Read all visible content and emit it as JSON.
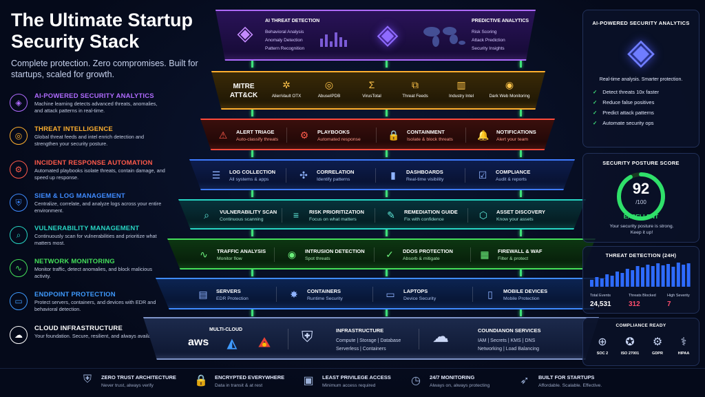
{
  "title": "The Ultimate Startup Security Stack",
  "subtitle": "Complete protection. Zero compromises. Built for startups, scaled for growth.",
  "left_items": [
    {
      "title": "AI-POWERED SECURITY ANALYTICS",
      "desc": "Machine learning detects advanced threats, anomalies, and attack patterns in real-time.",
      "color": "#b06bff",
      "icon": "brain-icon"
    },
    {
      "title": "THREAT INTELLIGENCE",
      "desc": "Global threat feeds and intel enrich detection and strengthen your security posture.",
      "color": "#ffb02e",
      "icon": "target-icon"
    },
    {
      "title": "INCIDENT RESPONSE AUTOMATION",
      "desc": "Automated playbooks isolate threats, contain damage, and speed up response.",
      "color": "#ff5a4a",
      "icon": "gear-icon"
    },
    {
      "title": "SIEM & LOG MANAGEMENT",
      "desc": "Centralize, correlate, and analyze logs across your entire environment.",
      "color": "#3f8bff",
      "icon": "shield-icon"
    },
    {
      "title": "VULNERABILITY MANAGEMENT",
      "desc": "Continuously scan for vulnerabilities and prioritize what matters most.",
      "color": "#27d6c4",
      "icon": "magnifier-icon"
    },
    {
      "title": "NETWORK MONITORING",
      "desc": "Monitor traffic, detect anomalies, and block malicious activity.",
      "color": "#45e05a",
      "icon": "pulse-icon"
    },
    {
      "title": "ENDPOINT PROTECTION",
      "desc": "Protect servers, containers, and devices with EDR and behavioral detection.",
      "color": "#3f9bff",
      "icon": "laptop-icon"
    },
    {
      "title": "CLOUD INFRASTRUCTURE",
      "desc": "Your foundation. Secure, resilient, and always available.",
      "color": "#ffffff",
      "icon": "cloud-icon"
    }
  ],
  "layer1": {
    "left": {
      "title": "AI THREAT DETECTION",
      "lines": [
        "Behavioral Analysis",
        "Anomaly Detection",
        "Pattern Recognition"
      ]
    },
    "right": {
      "title": "PREDICTIVE ANALYTICS",
      "lines": [
        "Risk Scoring",
        "Attack Prediction",
        "Security Insights"
      ]
    }
  },
  "layer2": {
    "mitre": "MITRE ATT&CK",
    "items": [
      {
        "label": "AlienVault OTX",
        "icon": "network-icon",
        "glyph": "✲"
      },
      {
        "label": "AbuseIPDB",
        "icon": "crosshair-icon",
        "glyph": "◎"
      },
      {
        "label": "VirusTotal",
        "icon": "sigma-icon",
        "glyph": "Σ"
      },
      {
        "label": "Threat Feeds",
        "icon": "feed-icon",
        "glyph": "⧉"
      },
      {
        "label": "Industry Intel",
        "icon": "building-icon",
        "glyph": "▥"
      },
      {
        "label": "Dark Web Monitoring",
        "icon": "spy-icon",
        "glyph": "◉"
      }
    ]
  },
  "layer3": [
    {
      "title": "ALERT TRIAGE",
      "sub": "Auto-classify threats",
      "icon": "warning-icon",
      "glyph": "⚠"
    },
    {
      "title": "PLAYBOOKS",
      "sub": "Automated response",
      "icon": "playbook-icon",
      "glyph": "⚙"
    },
    {
      "title": "CONTAINMENT",
      "sub": "Isolate & block threats",
      "icon": "lock-icon",
      "glyph": "🔒"
    },
    {
      "title": "NOTIFICATIONS",
      "sub": "Alert your team",
      "icon": "bell-icon",
      "glyph": "🔔"
    }
  ],
  "layer4": [
    {
      "title": "LOG COLLECTION",
      "sub": "All systems & apps",
      "icon": "database-icon",
      "glyph": "☰"
    },
    {
      "title": "CORRELATION",
      "sub": "Identify patterns",
      "icon": "graph-icon",
      "glyph": "✣"
    },
    {
      "title": "DASHBOARDS",
      "sub": "Real-time visibility",
      "icon": "bar-chart-icon",
      "glyph": "▮"
    },
    {
      "title": "COMPLIANCE",
      "sub": "Audit & reports",
      "icon": "clipboard-icon",
      "glyph": "☑"
    }
  ],
  "layer5": [
    {
      "title": "VULNERABILITY SCAN",
      "sub": "Continuous scanning",
      "icon": "scan-icon",
      "glyph": "⌕"
    },
    {
      "title": "RISK PRIORITIZATION",
      "sub": "Focus on what matters",
      "icon": "list-icon",
      "glyph": "≡"
    },
    {
      "title": "REMEDIATION GUIDE",
      "sub": "Fix with confidence",
      "icon": "wrench-icon",
      "glyph": "✎"
    },
    {
      "title": "ASSET DISCOVERY",
      "sub": "Know your assets",
      "icon": "cube-icon",
      "glyph": "⬡"
    }
  ],
  "layer6": [
    {
      "title": "TRAFFIC ANALYSIS",
      "sub": "Monitor flow",
      "icon": "waveform-icon",
      "glyph": "∿"
    },
    {
      "title": "INTRUSION DETECTION",
      "sub": "Spot threats",
      "icon": "spy-icon",
      "glyph": "◉"
    },
    {
      "title": "DDOS PROTECTION",
      "sub": "Absorb & mitigate",
      "icon": "shield-check-icon",
      "glyph": "✓"
    },
    {
      "title": "FIREWALL & WAF",
      "sub": "Filter & protect",
      "icon": "firewall-icon",
      "glyph": "▦"
    }
  ],
  "layer7": [
    {
      "title": "SERVERS",
      "sub": "EDR Protection",
      "icon": "server-icon",
      "glyph": "▤"
    },
    {
      "title": "CONTAINERS",
      "sub": "Runtime Security",
      "icon": "container-icon",
      "glyph": "✸"
    },
    {
      "title": "LAPTOPS",
      "sub": "Device Security",
      "icon": "laptop-icon",
      "glyph": "▭"
    },
    {
      "title": "MOBILE DEVICES",
      "sub": "Mobile Protection",
      "icon": "phone-icon",
      "glyph": "▯"
    }
  ],
  "layer8": {
    "multicloud": "MULTI-CLOUD",
    "aws": "aws",
    "infra_title": "INFRASTRUCTURE",
    "infra_lines": [
      "Compute | Storage | Database",
      "Serverless | Containers"
    ],
    "services_title": "COUNDIANON SERVICES",
    "services_lines": [
      "IAM | Secrets | KMS | DNS",
      "Networking | Load Balancing"
    ]
  },
  "right": {
    "analytics": {
      "title": "AI-POWERED SECURITY ANALYTICS",
      "caption": "Real-time analysis. Smarter protection.",
      "checks": [
        "Detect threats 10x faster",
        "Reduce false positives",
        "Predict attack patterns",
        "Automate security ops"
      ]
    },
    "score": {
      "title": "SECURITY POSTURE SCORE",
      "value": "92",
      "max": "/100",
      "fraction": 0.92,
      "rating": "EXCELLENT",
      "caption": "Your security posture is strong. Keep it up!"
    },
    "threat": {
      "title": "THREAT DETECTION (24H)",
      "stats": [
        {
          "label": "Total Events",
          "value": "24,531",
          "color": "#ffffff"
        },
        {
          "label": "Threats Blocked",
          "value": "312",
          "color": "#ff4d6d"
        },
        {
          "label": "High Severity",
          "value": "7",
          "color": "#ff4d6d"
        }
      ]
    },
    "compliance": {
      "title": "COMPLIANCE READY",
      "items": [
        {
          "label": "SOC 2",
          "icon": "globe-icon",
          "glyph": "⊕"
        },
        {
          "label": "ISO 27001",
          "icon": "badge-icon",
          "glyph": "✪"
        },
        {
          "label": "GDPR",
          "icon": "gear-badge-icon",
          "glyph": "⚙"
        },
        {
          "label": "HIPAA",
          "icon": "caduceus-icon",
          "glyph": "⚕"
        }
      ]
    }
  },
  "bottom": [
    {
      "title": "ZERO TRUST ARCHITECTURE",
      "sub": "Never trust, always verify",
      "icon": "shield-check-icon",
      "glyph": "⛨"
    },
    {
      "title": "ENCRYPTED EVERYWHERE",
      "sub": "Data in transit & at rest",
      "icon": "lock-icon",
      "glyph": "🔒"
    },
    {
      "title": "LEAST PRIVILEGE ACCESS",
      "sub": "Minimum access required",
      "icon": "id-card-icon",
      "glyph": "▣"
    },
    {
      "title": "24/7 MONITORING",
      "sub": "Always on, always protecting",
      "icon": "clock-icon",
      "glyph": "◷"
    },
    {
      "title": "BUILT FOR STARTUPS",
      "sub": "Affordable. Scalable. Effective.",
      "icon": "rocket-icon",
      "glyph": "➶"
    }
  ]
}
